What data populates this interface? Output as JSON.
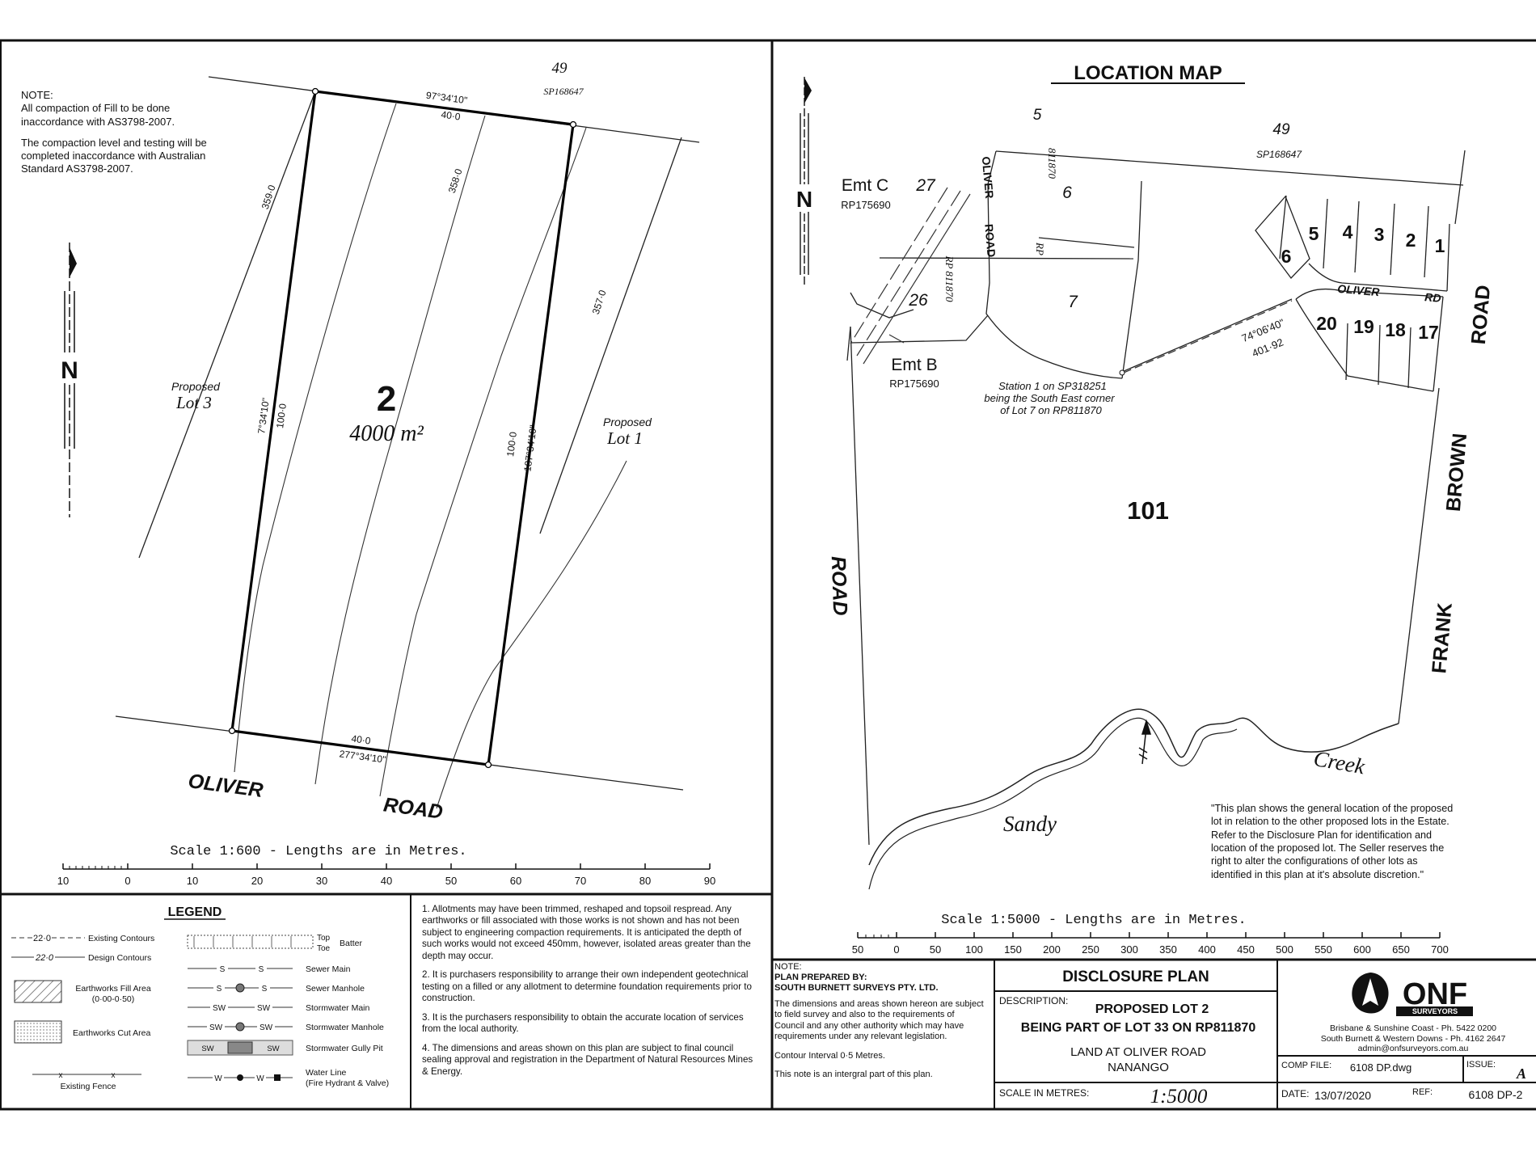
{
  "left_plan": {
    "notes": [
      "NOTE:\nAll compaction of Fill to be done inaccordance with AS3798-2007.",
      "The compaction level and testing will be completed inaccordance with Australian Standard AS3798-2007."
    ],
    "lot_49": "49",
    "lot_49_plan": "SP168647",
    "bearing_top": "97°34'10\"",
    "length_top": "40·0",
    "bearing_bottom": "277°34'10\"",
    "length_bottom": "40·0",
    "bearing_left": "7°34'10\"",
    "length_left": "100·0",
    "bearing_right": "187°34'10\"",
    "length_right": "100·0",
    "contours": [
      "359·0",
      "358·0",
      "357·0"
    ],
    "lot_number": "2",
    "lot_area": "4000 m²",
    "proposed_lot_3": [
      "Proposed",
      "Lot 3"
    ],
    "proposed_lot_1": [
      "Proposed",
      "Lot 1"
    ],
    "road_word_1": "OLIVER",
    "road_word_2": "ROAD",
    "north_label": "N",
    "scale_label": "Scale 1:600 - Lengths are in Metres.",
    "scale_ticks": [
      "10",
      "0",
      "10",
      "20",
      "30",
      "40",
      "50",
      "60",
      "70",
      "80",
      "90"
    ]
  },
  "location_map": {
    "title": "LOCATION MAP",
    "north_label": "N",
    "lots": {
      "l5": "5",
      "l49": "49",
      "sp168647": "SP168647",
      "l6": "6",
      "l27": "27",
      "l26": "26",
      "l7": "7",
      "e5": "5",
      "e4": "4",
      "e3": "3",
      "e2": "2",
      "e1": "1",
      "e6": "6",
      "e20": "20",
      "e19": "19",
      "e18": "18",
      "e17": "17",
      "l101": "101"
    },
    "emt_c": "Emt C",
    "emt_c_plan": "RP175690",
    "emt_b": "Emt B",
    "emt_b_plan": "RP175690",
    "rp_811870_a": "811870",
    "rp_a": "RP",
    "rp_811870_b": "RP 811870",
    "oliver_road_a": "OLIVER",
    "oliver_road_b": "ROAD",
    "oliver_rd_a": "OLIVER",
    "oliver_rd_b": "RD",
    "road_right": "ROAD",
    "brown": "BROWN",
    "frank": "FRANK",
    "road_left": "ROAD",
    "bearing": "74°06'40\"",
    "distance": "401·92",
    "station": [
      "Station 1 on SP318251",
      "being the South East corner",
      "of Lot 7 on RP811870"
    ],
    "creek_1": "Sandy",
    "creek_2": "Creek",
    "disclaimer": "\"This plan shows the general location of the proposed lot in relation to the other proposed lots in the Estate. Refer to the Disclosure Plan for identification and location of the proposed lot. The Seller reserves the right to alter the configurations of other lots as identified in this plan at it's absolute discretion.\"",
    "scale_label": "Scale 1:5000 - Lengths are in Metres.",
    "scale_ticks": [
      "50",
      "0",
      "50",
      "100",
      "150",
      "200",
      "250",
      "300",
      "350",
      "400",
      "450",
      "500",
      "550",
      "600",
      "650",
      "700"
    ]
  },
  "legend": {
    "title": "LEGEND",
    "existing_contours_sample": "22·0",
    "existing_contours": "Existing Contours",
    "design_contours_sample": "22·0",
    "design_contours": "Design Contours",
    "fill_area": "Earthworks Fill Area",
    "fill_range": "(0·00-0·50)",
    "cut_area": "Earthworks Cut Area",
    "existing_fence": "Existing Fence",
    "top": "Top",
    "toe": "Toe",
    "batter": "Batter",
    "sewer_main": "Sewer Main",
    "sewer_manhole": "Sewer Manhole",
    "stormwater_main": "Stormwater Main",
    "stormwater_manhole": "Stormwater Manhole",
    "stormwater_gully": "Stormwater Gully Pit",
    "water_line": "Water Line",
    "water_line_sub": "(Fire Hydrant & Valve)",
    "sym_s": "S",
    "sym_sw": "SW",
    "sym_w": "W",
    "sym_x": "x",
    "notes": [
      "1. Allotments may have been trimmed, reshaped and topsoil respread. Any earthworks or fill associated with those works is not shown and has not been subject to engineering compaction requirements. It is anticipated the depth of such works would not exceed 450mm, however, isolated areas greater than the depth may occur.",
      "2. It is purchasers responsibility to arrange their own independent geotechnical testing on a filled or any allotment to determine foundation requirements prior to construction.",
      "3. It is the purchasers responsibility to obtain the accurate location of services from the local authority.",
      "4. The dimensions and areas shown on this plan are subject to final council sealing approval and registration in the Department of Natural Resources Mines & Energy."
    ]
  },
  "title_block": {
    "note_heading": "NOTE:",
    "prepared_by_label": "PLAN PREPARED BY:",
    "prepared_by": "SOUTH BURNETT SURVEYS PTY. LTD.",
    "note_body": "The dimensions and areas shown hereon are subject to field survey and also to the requirements of Council and any other authority which may have requirements under any relevant legislation.",
    "contour_interval": "Contour Interval 0·5 Metres.",
    "integral": "This note is an intergral part of this plan.",
    "plan_title": "DISCLOSURE PLAN",
    "description_label": "DESCRIPTION:",
    "description_1": "PROPOSED LOT 2",
    "description_2": "BEING PART OF LOT 33 ON RP811870",
    "land_1": "LAND AT OLIVER ROAD",
    "land_2": "NANANGO",
    "scale_label": "SCALE IN METRES:",
    "scale_value": "1:5000",
    "comp_file_label": "COMP FILE:",
    "comp_file": "6108 DP.dwg",
    "issue_label": "ISSUE:",
    "issue": "A",
    "date_label": "DATE:",
    "date": "13/07/2020",
    "ref_label": "REF:",
    "ref": "6108 DP-2",
    "logo_main": "ONF",
    "logo_sub": "SURVEYORS",
    "contact_1": "Brisbane & Sunshine Coast - Ph. 5422 0200",
    "contact_2": "South Burnett & Western Downs - Ph. 4162 2647",
    "email": "admin@onfsurveyors.com.au"
  }
}
